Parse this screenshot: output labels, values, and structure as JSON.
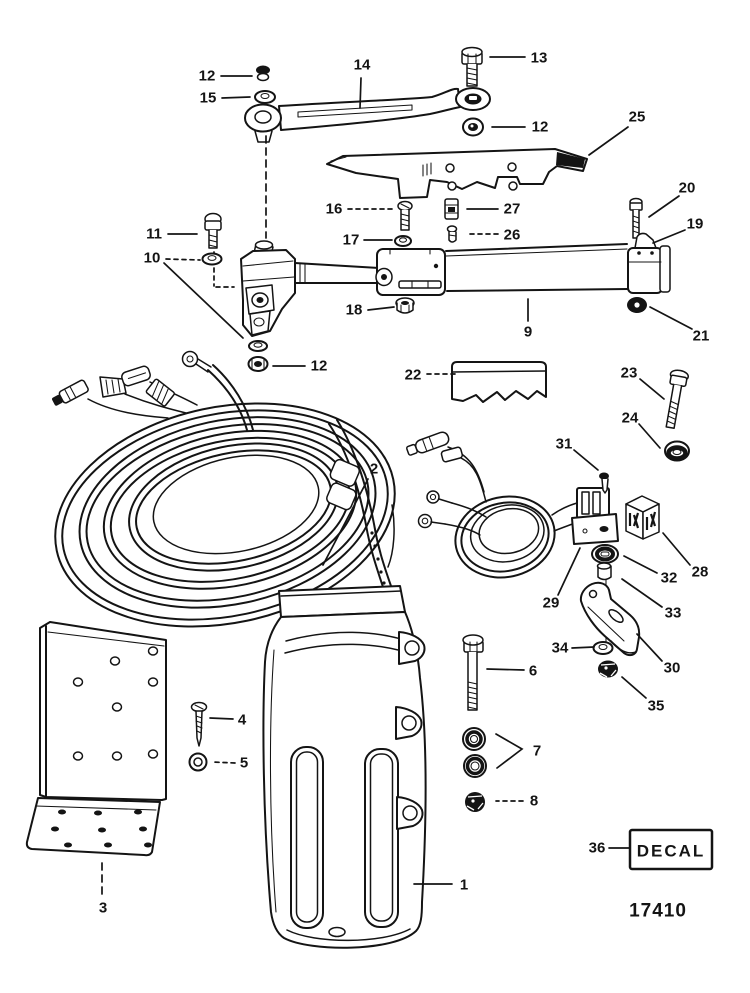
{
  "diagram": {
    "type": "exploded-parts-diagram",
    "drawing_number": "17410",
    "decal_label": "DECAL",
    "callout_labels": {
      "n1": "1",
      "n2": "2",
      "n3": "3",
      "n4": "4",
      "n5": "5",
      "n6": "6",
      "n7": "7",
      "n8": "8",
      "n9": "9",
      "n10": "10",
      "n11": "11",
      "n12": "12",
      "n13": "13",
      "n14": "14",
      "n15": "15",
      "n16": "16",
      "n17": "17",
      "n18": "18",
      "n19": "19",
      "n20": "20",
      "n21": "21",
      "n22": "22",
      "n23": "23",
      "n24": "24",
      "n25": "25",
      "n26": "26",
      "n27": "27",
      "n28": "28",
      "n29": "29",
      "n30": "30",
      "n31": "31",
      "n32": "32",
      "n33": "33",
      "n34": "34",
      "n35": "35",
      "n36": "36"
    },
    "callout_occurrences": [
      "12",
      "15",
      "14",
      "13",
      "12",
      "25",
      "16",
      "27",
      "17",
      "26",
      "20",
      "19",
      "11",
      "10",
      "18",
      "9",
      "21",
      "12",
      "22",
      "23",
      "24",
      "31",
      "2",
      "28",
      "32",
      "29",
      "33",
      "30",
      "34",
      "35",
      "4",
      "5",
      "6",
      "7",
      "8",
      "3",
      "1",
      "36"
    ],
    "colors": {
      "line": "#141414",
      "background": "#ffffff"
    }
  }
}
